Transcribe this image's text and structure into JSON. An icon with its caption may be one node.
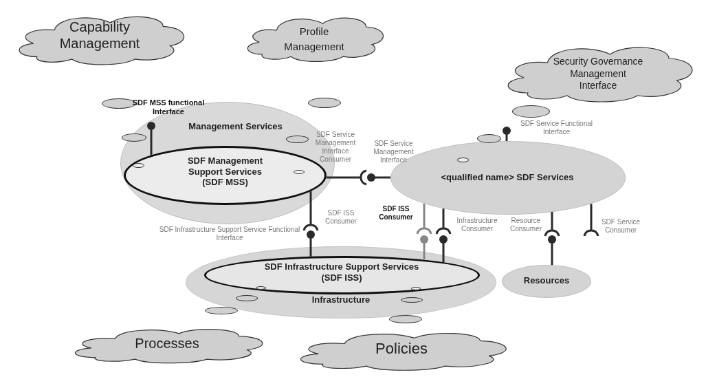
{
  "diagram": {
    "nodes": [
      {
        "text": [
          "Capability Management"
        ]
      },
      {
        "text": [
          "Profile Management"
        ]
      },
      {
        "text": [
          "Security Governance Management Interface"
        ]
      },
      {
        "text": [
          "Management Services"
        ]
      },
      {
        "text": [
          "SDF Management Support Services (SDF MSS)"
        ],
        "in": 3
      },
      {
        "text": [
          "<qualified name> SDF Services"
        ]
      },
      {
        "text": [
          "Infrastructure"
        ]
      },
      {
        "text": [
          "SDF Infrastructure Support Services (SDF ISS)"
        ],
        "in": 6
      },
      {
        "text": [
          "Resources"
        ]
      },
      {
        "text": [
          "Processes"
        ]
      },
      {
        "text": [
          "Policies"
        ]
      },
      {
        "text": [],
        "shape": "ellipse"
      },
      {
        "text": [],
        "shape": "ellipse"
      },
      {
        "text": [],
        "shape": "ellipse",
        "in": 3
      },
      {
        "text": [],
        "shape": "ellipse",
        "in": 3
      },
      {
        "text": [],
        "shape": "ellipse",
        "in": 4
      },
      {
        "text": [],
        "shape": "ellipse",
        "in": 4
      },
      {
        "text": [],
        "shape": "ellipse"
      },
      {
        "text": [],
        "shape": "ellipse"
      },
      {
        "text": [],
        "shape": "ellipse",
        "in": 5
      },
      {
        "text": [],
        "shape": "ellipse",
        "in": 7
      },
      {
        "text": [],
        "shape": "ellipse",
        "in": 7
      },
      {
        "text": [],
        "shape": "ellipse",
        "in": 6
      },
      {
        "text": [],
        "shape": "ellipse",
        "in": 6
      },
      {
        "text": [],
        "shape": "ellipse",
        "in": 6
      },
      {
        "text": [],
        "shape": "ellipse"
      }
    ],
    "edges": [
      {
        "from": 4,
        "to": null,
        "arrow": "other",
        "label": "SDF MSS functional Interface"
      },
      {
        "from": 4,
        "to": null,
        "arrow": "other",
        "label": "SDF Service Management Interface Consumer"
      },
      {
        "from": 5,
        "to": null,
        "arrow": "other",
        "label": "SDF Service Management Interface"
      },
      {
        "from": 4,
        "to": null,
        "arrow": "other",
        "label": "SDF ISS Consumer"
      },
      {
        "from": 7,
        "to": null,
        "arrow": "other",
        "label": "SDF Infrastructure Support Service Functional Interface"
      },
      {
        "from": 5,
        "to": null,
        "arrow": "other",
        "label": "SDF ISS Consumer",
        "color": "#888888"
      },
      {
        "from": 7,
        "to": null,
        "arrow": "other",
        "color": "#888888"
      },
      {
        "from": 5,
        "to": null,
        "arrow": "other",
        "label": "Infrastructure Consumer"
      },
      {
        "from": 7,
        "to": null,
        "arrow": "other"
      },
      {
        "from": 5,
        "to": null,
        "arrow": "other",
        "label": "Resource Consumer"
      },
      {
        "from": 8,
        "to": null,
        "arrow": "other"
      },
      {
        "from": 5,
        "to": null,
        "arrow": "other",
        "label": "SDF Service Consumer"
      },
      {
        "from": 5,
        "to": null,
        "arrow": "other",
        "label": "SDF Service Functional Interface"
      }
    ]
  }
}
